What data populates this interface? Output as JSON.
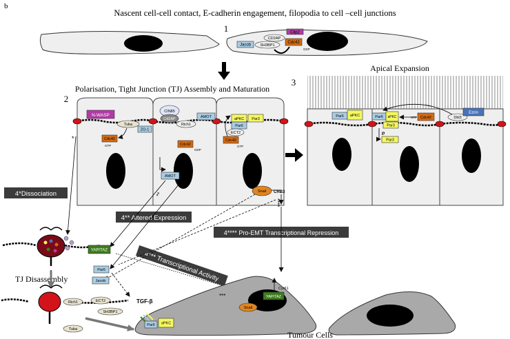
{
  "panel_letter": "b",
  "step1": {
    "number": "1",
    "title": "Nascent cell-cell contact, E-cadherin engagement, filopodia to cell –cell junctions",
    "labels": {
      "clip2": "Clip2",
      "cd2ap": "CD2AP",
      "jacob": "Jacob",
      "sh3bp1": "SH3BP1",
      "cdc42": "Cdc42",
      "gdp": "GDP"
    }
  },
  "step2": {
    "number": "2",
    "title": "Polarisation, Tight Junction (TJ) Assembly and Maturation",
    "labels": {
      "nwasp": "N-WASP",
      "tuba": "Tuba",
      "zo1": "ZO-1",
      "cdc42": "Cdc42",
      "gtp": "GTP",
      "cin85": "CIN85",
      "cd2ap": "Cd2AP",
      "rich1": "Rich1",
      "amot": "AMOT",
      "gdp": "GDP",
      "apkc": "aPKC",
      "par3": "Par3",
      "par6": "Par6",
      "ect2": "ECT2",
      "snail": "Snail",
      "crb3": "CRB3",
      "asterisk": "*",
      "dbl_asterisk": "**",
      "quad_asterisk": "****"
    }
  },
  "step3": {
    "number": "3",
    "title": "Apical Expansion",
    "labels": {
      "par6": "Par6",
      "apkc": "aPKC",
      "par3": "Par3",
      "cdc42": "Cdc42",
      "gtp": "GTP",
      "dbl3": "Dbl3",
      "ezrin": "Ezrin",
      "p": "P"
    }
  },
  "step4": {
    "dissociation": "4*Dissociation",
    "altered_expression": "4** Altered Expression",
    "transcriptional_activity": "4*** Transcriptional Activity",
    "pro_emt": "4**** Pro-EMT Transcriptional  Repression"
  },
  "disassembly": {
    "title": "TJ Disassembly",
    "labels": {
      "yaptaz": "YAP/TAZ",
      "par6": "Par6",
      "jacob": "Jacob",
      "rich1": "Rich1",
      "ect2": "ECT2",
      "sh3bp1": "SH3BP1",
      "tuba": "Tuba",
      "tgfb": "TGF-β"
    }
  },
  "tumour": {
    "title": "Tumour Cells",
    "labels": {
      "cyr61": "Cyr61",
      "yaptaz": "YAP/TAZ",
      "snail": "Snail",
      "par6": "Par6",
      "apkc": "aPKC",
      "triple_asterisk": "***"
    }
  },
  "colors": {
    "cell_fill": "#efefef",
    "tumour_fill": "#a9a9a9",
    "box_blue": "#a9cce3",
    "box_orange": "#d46a12",
    "box_yellow": "#f4f75f",
    "box_magenta": "#b23aa8",
    "box_green": "#3e7a1e",
    "box_navy": "#4a72b8",
    "label_dark": "#3b3b3b",
    "junction_red": "#d2141a"
  }
}
